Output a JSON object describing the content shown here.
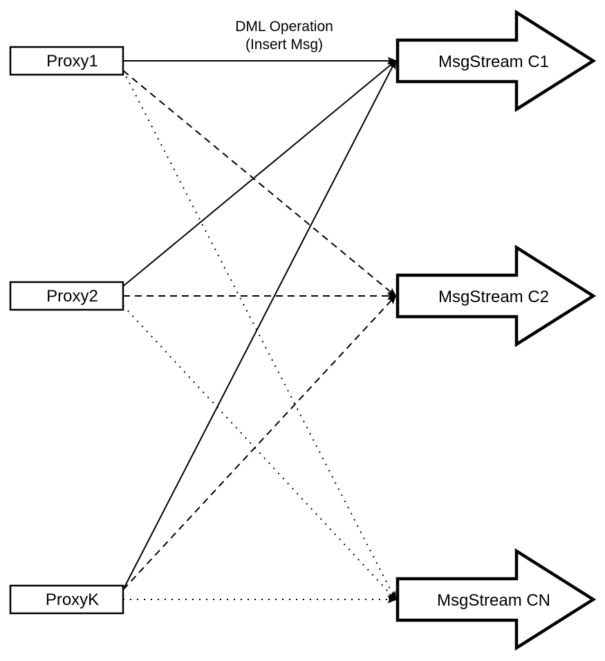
{
  "diagram": {
    "caption": [
      "DML Operation",
      "(Insert Msg)"
    ],
    "proxies": [
      {
        "id": "proxy1",
        "label": "Proxy1"
      },
      {
        "id": "proxy2",
        "label": "Proxy2"
      },
      {
        "id": "proxyk",
        "label": "ProxyK"
      }
    ],
    "streams": [
      {
        "id": "c1",
        "label": "MsgStream C1"
      },
      {
        "id": "c2",
        "label": "MsgStream C2"
      },
      {
        "id": "cn",
        "label": "MsgStream CN"
      }
    ],
    "edges": [
      {
        "from": "proxy1",
        "to": "c1",
        "style": "solid"
      },
      {
        "from": "proxy1",
        "to": "c2",
        "style": "dashed"
      },
      {
        "from": "proxy1",
        "to": "cn",
        "style": "dotted"
      },
      {
        "from": "proxy2",
        "to": "c1",
        "style": "solid"
      },
      {
        "from": "proxy2",
        "to": "c2",
        "style": "dashed"
      },
      {
        "from": "proxy2",
        "to": "cn",
        "style": "dotted"
      },
      {
        "from": "proxyk",
        "to": "c1",
        "style": "solid"
      },
      {
        "from": "proxyk",
        "to": "c2",
        "style": "dashed"
      },
      {
        "from": "proxyk",
        "to": "cn",
        "style": "dotted"
      }
    ],
    "colors": {
      "stroke": "#000000",
      "fill": "#ffffff"
    }
  }
}
